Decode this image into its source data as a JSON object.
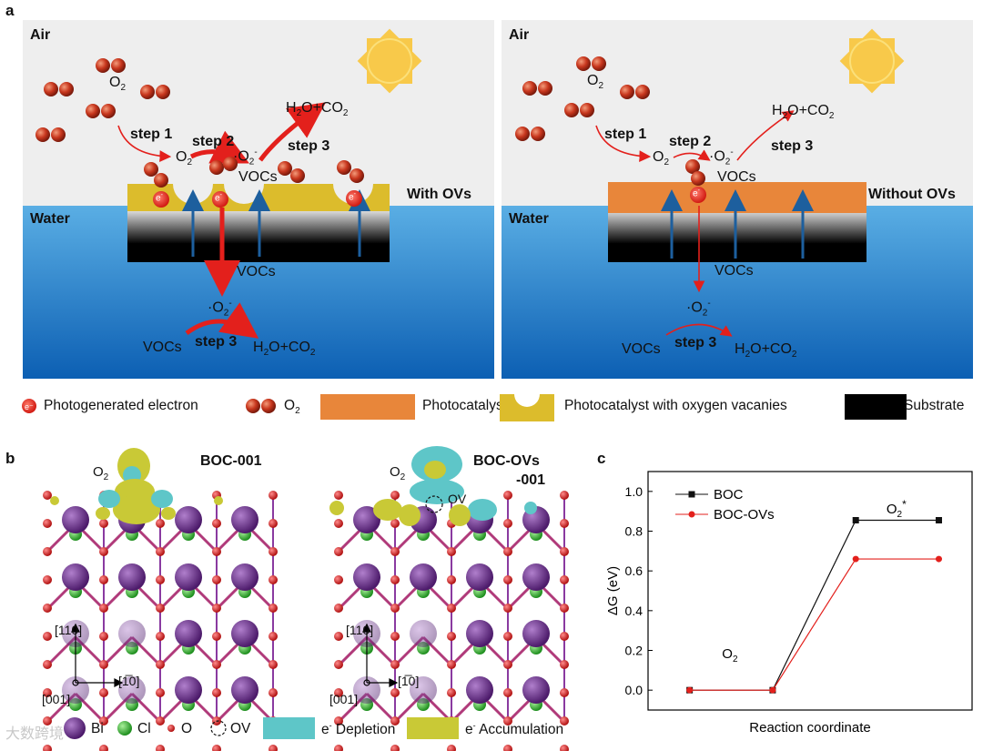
{
  "panel_a": {
    "letter": "a",
    "left": {
      "air": "Air",
      "water": "Water",
      "o2": "O2",
      "step1": "step 1",
      "step2": "step 2",
      "step3_top": "step 3",
      "step3_bottom": "step 3",
      "o2_at_surface": "O2",
      "superoxide": "·O2-",
      "vocs_surface": "VOCs",
      "vocs_substrate": "VOCs",
      "superoxide_water": "·O2-",
      "vocs_water": "VOCs",
      "product_top": "H2O+CO2",
      "product_bottom": "H2O+CO2",
      "electron": "e-",
      "tag": "With OVs"
    },
    "right": {
      "air": "Air",
      "water": "Water",
      "o2": "O2",
      "step1": "step 1",
      "step2": "step 2",
      "step3_top": "step 3",
      "step3_bottom": "step 3",
      "o2_at_surface": "O2",
      "superoxide": "·O2-",
      "vocs_surface": "VOCs",
      "vocs_substrate": "VOCs",
      "superoxide_water": "·O2-",
      "vocs_water": "VOCs",
      "product_top": "H2O+CO2",
      "product_bottom": "H2O+CO2",
      "electron": "e-",
      "tag": "Without OVs"
    },
    "legend": {
      "electron": "Photogenerated electron",
      "o2": "O2",
      "photocatalyst": "Photocatalyst",
      "photocatalyst_ov": "Photocatalyst with oxygen vacanies",
      "substrate": "Substrate"
    },
    "colors": {
      "air": "#eeeeee",
      "water_top": "#5aaee4",
      "water_bottom": "#0c5fb3",
      "photocatalyst": "#e8863a",
      "photocatalyst_ov": "#dcbc2c",
      "arrow": "#e3201c"
    }
  },
  "panel_b": {
    "letter": "b",
    "left_title": "BOC-001",
    "right_title_1": "BOC-OVs",
    "right_title_2": "-001",
    "o2_label": "O2",
    "ov_label": "OV",
    "dir_110": "[110]",
    "dir_1_10": "[1̅0]",
    "dir_001": "[001]",
    "legend": {
      "bi": "Bi",
      "cl": "Cl",
      "o": "O",
      "ov": "OV",
      "depletion": "e- Depletion",
      "accumulation": "e- Accumulation"
    },
    "colors": {
      "bi": "#6a2d8a",
      "cl": "#3bb33b",
      "o": "#d42020",
      "depletion": "#5ec6c8",
      "accumulation": "#c9c936"
    }
  },
  "panel_c": {
    "letter": "c",
    "xlabel": "Reaction coordinate",
    "ylabel": "ΔG (eV)",
    "label_o2": "O2",
    "label_o2_star": "O2*"
  },
  "chart_data": {
    "type": "line",
    "title": "",
    "xlabel": "Reaction coordinate",
    "ylabel": "ΔG (eV)",
    "ylim": [
      -0.1,
      1.1
    ],
    "yticks": [
      "0.0",
      "0.2",
      "0.4",
      "0.6",
      "0.8",
      "1.0"
    ],
    "x": [
      0,
      1,
      2,
      3
    ],
    "series": [
      {
        "name": "BOC",
        "values": [
          0.0,
          0.0,
          0.855,
          0.855
        ],
        "color": "#111111",
        "marker": "square"
      },
      {
        "name": "BOC-OVs",
        "values": [
          0.0,
          0.0,
          0.66,
          0.66
        ],
        "color": "#e3201c",
        "marker": "circle"
      }
    ],
    "legend_position": "top-left",
    "grid": false
  },
  "watermark": "大数跨境"
}
